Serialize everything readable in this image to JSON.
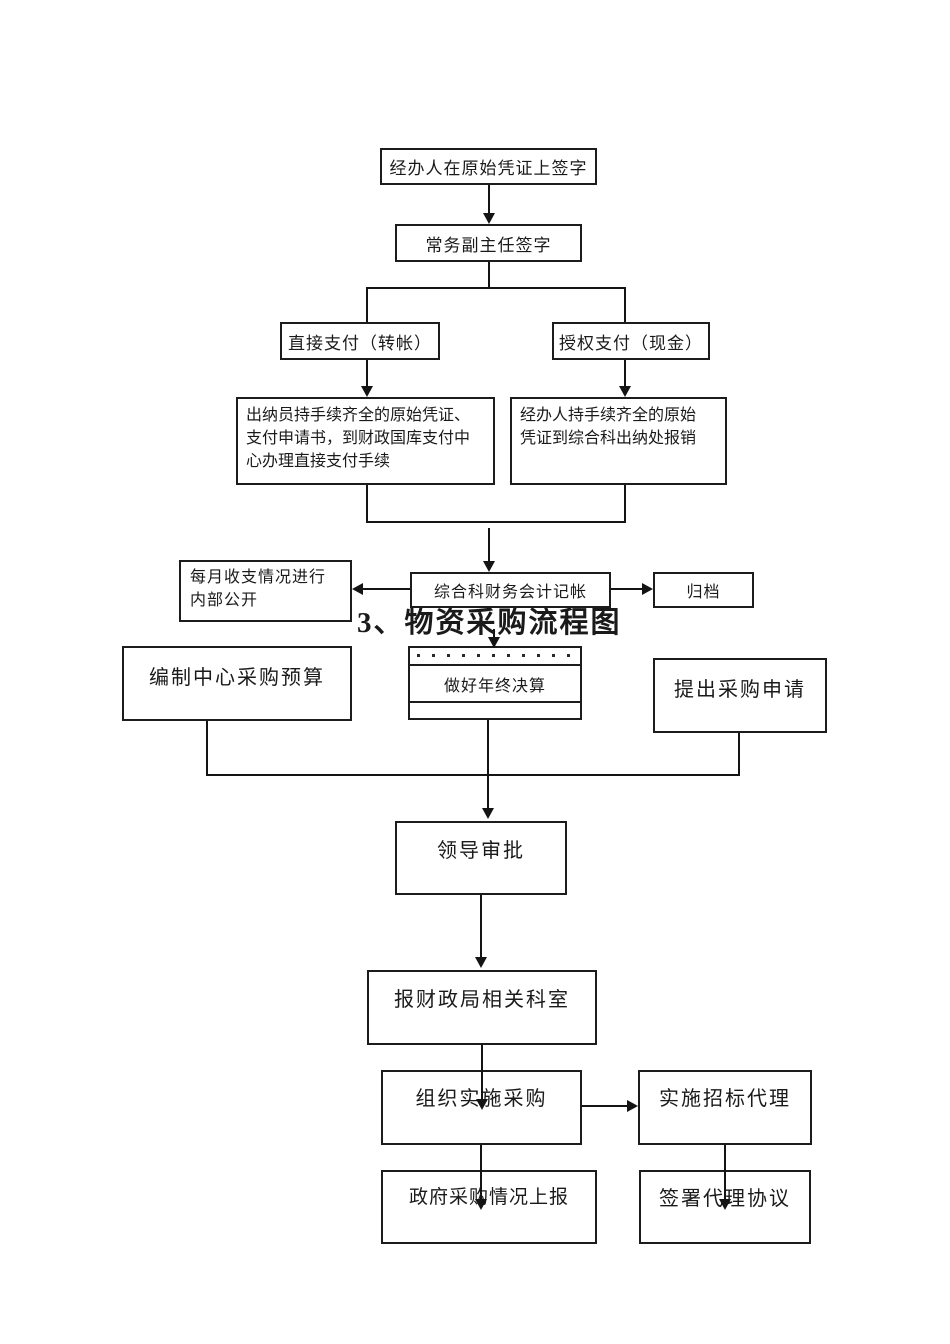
{
  "section_title": {
    "text": "3、物资采购流程图"
  },
  "fc1": {
    "name": "payment-flow",
    "nodes": {
      "sign_original": {
        "label": "经办人在原始凭证上签字"
      },
      "deputy_sign": {
        "label": "常务副主任签字"
      },
      "direct_pay": {
        "label": "直接支付（转帐）"
      },
      "authorized_pay": {
        "label": "授权支付（现金）"
      },
      "cashier_process": {
        "label": "出纳员持手续齐全的原始凭证、\n支付申请书，到财政国库支付中\n心办理直接支付手续"
      },
      "agent_reimburse": {
        "label": "经办人持手续齐全的原始\n凭证到综合科出纳处报销"
      },
      "accounting": {
        "label": "综合科财务会计记帐"
      },
      "monthly_publicity": {
        "label": "每月收支情况进行\n内部公开"
      },
      "archive": {
        "label": "归档"
      }
    }
  },
  "fc2": {
    "name": "procurement-flow",
    "nodes": {
      "budget": {
        "label": "编制中心采购预算"
      },
      "final_accounts": {
        "label": "做好年终决算"
      },
      "purchase_request": {
        "label": "提出采购申请"
      },
      "leader_approval": {
        "label": "领导审批"
      },
      "report_finance": {
        "label": "报财政局相关科室"
      },
      "implement": {
        "label": "组织实施采购"
      },
      "bidding_agency": {
        "label": "实施招标代理"
      },
      "report_gov": {
        "label": "政府采购情况上报"
      },
      "sign_agreement": {
        "label": "签署代理协议"
      }
    }
  },
  "colors": {
    "line": "#141414",
    "border": "#1c1c1c",
    "background": "#ffffff",
    "text": "#1a1a1a"
  }
}
